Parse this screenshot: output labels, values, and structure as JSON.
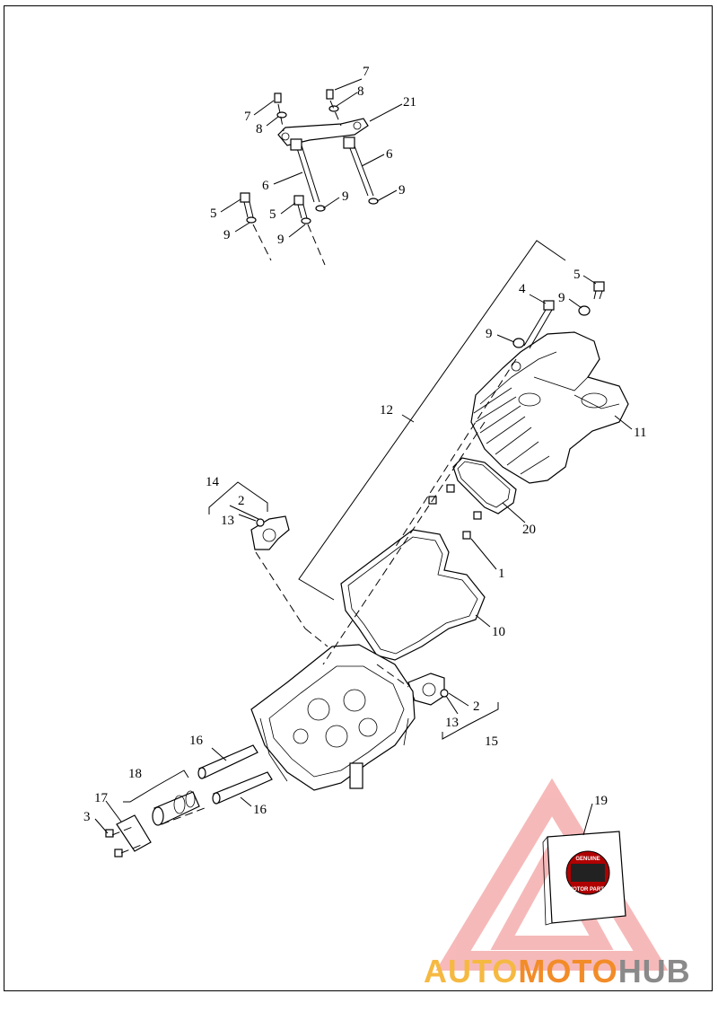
{
  "callouts": {
    "c1": "1",
    "c2a": "2",
    "c2b": "2",
    "c3": "3",
    "c4": "4",
    "c5a": "5",
    "c5b": "5",
    "c5c": "5",
    "c6a": "6",
    "c6b": "6",
    "c7a": "7",
    "c7b": "7",
    "c8a": "8",
    "c8b": "8",
    "c9a": "9",
    "c9b": "9",
    "c9c": "9",
    "c9d": "9",
    "c9e": "9",
    "c9f": "9",
    "c10": "10",
    "c11": "11",
    "c12": "12",
    "c13a": "13",
    "c13b": "13",
    "c14": "14",
    "c15": "15",
    "c16a": "16",
    "c16b": "16",
    "c17": "17",
    "c18": "18",
    "c19": "19",
    "c20": "20",
    "c21": "21"
  },
  "watermark": {
    "auto": "AUTO",
    "moto": "MOTO",
    "hub": "HUB",
    "colors": {
      "auto": "#f5b942",
      "moto": "#f28c28",
      "hub": "#8a8a8a",
      "triangle": "#f08080"
    }
  },
  "seal": {
    "top": "GENUINE",
    "bottom": "MOTOR PARTS"
  }
}
